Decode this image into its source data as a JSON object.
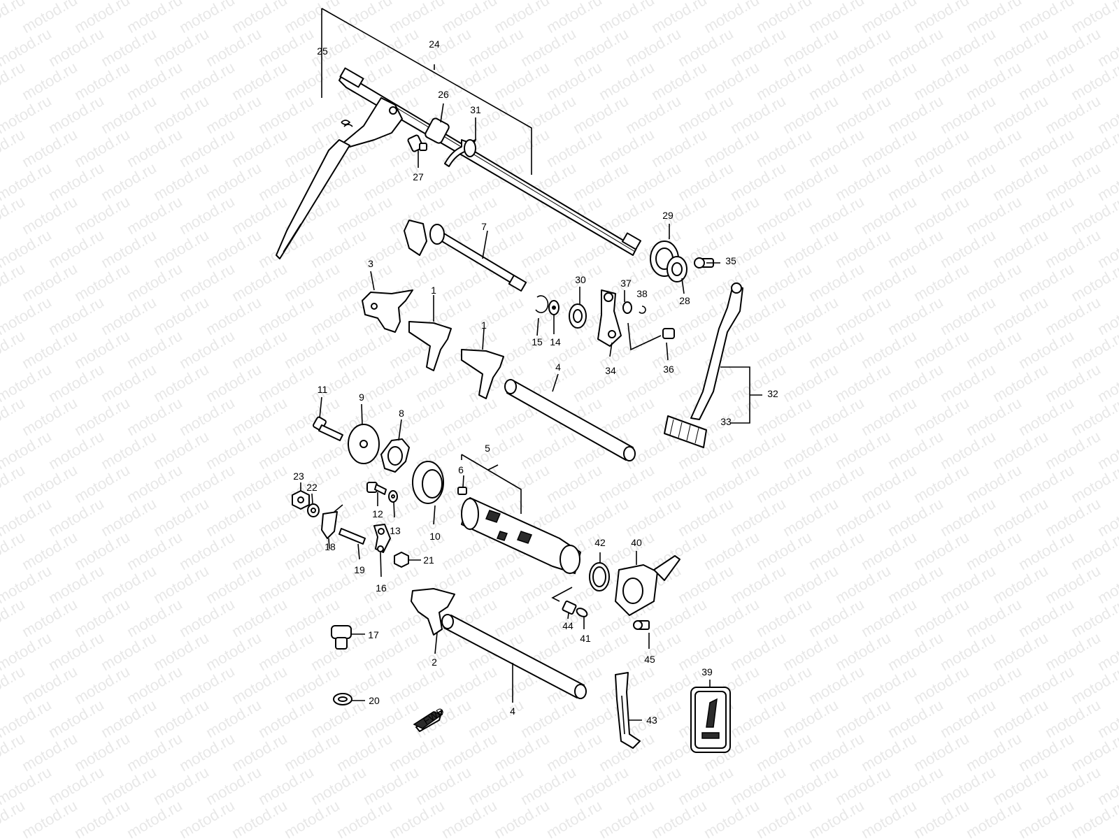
{
  "watermark": "motod.ru",
  "fwd_label": "FWD",
  "callouts": {
    "c1a": "1",
    "c1b": "1",
    "c2": "2",
    "c3": "3",
    "c4a": "4",
    "c4b": "4",
    "c5": "5",
    "c6": "6",
    "c7": "7",
    "c8": "8",
    "c9": "9",
    "c10": "10",
    "c11": "11",
    "c12": "12",
    "c13": "13",
    "c14": "14",
    "c15": "15",
    "c16": "16",
    "c17": "17",
    "c18": "18",
    "c19": "19",
    "c20": "20",
    "c21": "21",
    "c22": "22",
    "c23": "23",
    "c24": "24",
    "c25": "25",
    "c26": "26",
    "c27": "27",
    "c28": "28",
    "c29": "29",
    "c30": "30",
    "c31": "31",
    "c32": "32",
    "c33": "33",
    "c34": "34",
    "c35": "35",
    "c36": "36",
    "c37": "37",
    "c38": "38",
    "c39": "39",
    "c40": "40",
    "c41": "41",
    "c42": "42",
    "c43": "43",
    "c44": "44",
    "c45": "45"
  },
  "colors": {
    "line": "#000000",
    "background": "#ffffff"
  }
}
